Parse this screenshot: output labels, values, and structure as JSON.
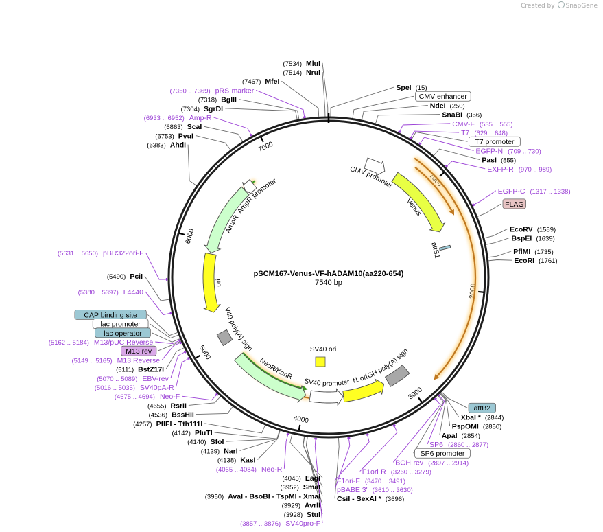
{
  "brand": {
    "created_by": "Created by",
    "name": "SnapGene"
  },
  "plasmid": {
    "name": "pSCM167-Venus-VF-hADAM10(aa220-654)",
    "size": "7540 bp",
    "length": 7540
  },
  "scale_labels": [
    "1000",
    "2000",
    "3000",
    "4000",
    "5000",
    "6000",
    "7000"
  ],
  "enzymes": [
    {
      "name": "MluI",
      "pos": "(7534)",
      "site": 7534,
      "label_side": "left"
    },
    {
      "name": "NruI",
      "pos": "(7514)",
      "site": 7514,
      "label_side": "left"
    },
    {
      "name": "MfeI",
      "pos": "(7467)",
      "site": 7467,
      "label_side": "left"
    },
    {
      "name": "BglII",
      "pos": "(7318)",
      "site": 7318,
      "label_side": "left"
    },
    {
      "name": "SgrDI",
      "pos": "(7304)",
      "site": 7304,
      "label_side": "left"
    },
    {
      "name": "ScaI",
      "pos": "(6863)",
      "site": 6863,
      "label_side": "left"
    },
    {
      "name": "PvuI",
      "pos": "(6753)",
      "site": 6753,
      "label_side": "left"
    },
    {
      "name": "AhdI",
      "pos": "(6383)",
      "site": 6383,
      "label_side": "left"
    },
    {
      "name": "PciI",
      "pos": "(5490)",
      "site": 5490,
      "label_side": "left"
    },
    {
      "name": "BstZ17I",
      "pos": "(5111)",
      "site": 5111,
      "label_side": "left"
    },
    {
      "name": "RsrII",
      "pos": "(4655)",
      "site": 4655,
      "label_side": "left"
    },
    {
      "name": "BssHII",
      "pos": "(4536)",
      "site": 4536,
      "label_side": "left"
    },
    {
      "name": "PflFI - Tth111I",
      "pos": "(4257)",
      "site": 4257,
      "label_side": "left"
    },
    {
      "name": "PluTI",
      "pos": "(4142)",
      "site": 4142,
      "label_side": "left"
    },
    {
      "name": "SfoI",
      "pos": "(4140)",
      "site": 4140,
      "label_side": "left"
    },
    {
      "name": "NarI",
      "pos": "(4139)",
      "site": 4139,
      "label_side": "left"
    },
    {
      "name": "KasI",
      "pos": "(4138)",
      "site": 4138,
      "label_side": "left"
    },
    {
      "name": "EagI",
      "pos": "(4045)",
      "site": 4045,
      "label_side": "left"
    },
    {
      "name": "SmaI",
      "pos": "(3952)",
      "site": 3952,
      "label_side": "left"
    },
    {
      "name": "AvaI - BsoBI - TspMI - XmaI",
      "pos": "(3950)",
      "site": 3950,
      "label_side": "left"
    },
    {
      "name": "AvrII",
      "pos": "(3929)",
      "site": 3929,
      "label_side": "left"
    },
    {
      "name": "StuI",
      "pos": "(3928)",
      "site": 3928,
      "label_side": "left"
    },
    {
      "name": "CsiI - SexAI *",
      "pos": "(3696)",
      "site": 3696,
      "label_side": "right"
    },
    {
      "name": "SpeI",
      "pos": "(15)",
      "site": 15,
      "label_side": "right"
    },
    {
      "name": "NdeI",
      "pos": "(250)",
      "site": 250,
      "label_side": "right"
    },
    {
      "name": "SnaBI",
      "pos": "(356)",
      "site": 356,
      "label_side": "right"
    },
    {
      "name": "PasI",
      "pos": "(855)",
      "site": 855,
      "label_side": "right"
    },
    {
      "name": "EcoRV",
      "pos": "(1589)",
      "site": 1589,
      "label_side": "right"
    },
    {
      "name": "BspEI",
      "pos": "(1639)",
      "site": 1639,
      "label_side": "right"
    },
    {
      "name": "PflMI",
      "pos": "(1735)",
      "site": 1735,
      "label_side": "right"
    },
    {
      "name": "EcoRI",
      "pos": "(1761)",
      "site": 1761,
      "label_side": "right"
    },
    {
      "name": "XbaI *",
      "pos": "(2844)",
      "site": 2844,
      "label_side": "right"
    },
    {
      "name": "PspOMI",
      "pos": "(2850)",
      "site": 2850,
      "label_side": "right"
    },
    {
      "name": "ApaI",
      "pos": "(2854)",
      "site": 2854,
      "label_side": "right"
    }
  ],
  "primers": [
    {
      "name": "pRS-marker",
      "range": "(7350 .. 7369)",
      "site": 7360,
      "label_side": "left"
    },
    {
      "name": "Amp-R",
      "range": "(6933 .. 6952)",
      "site": 6942,
      "label_side": "left"
    },
    {
      "name": "pBR322ori-F",
      "range": "(5631 .. 5650)",
      "site": 5640,
      "label_side": "left"
    },
    {
      "name": "L4440",
      "range": "(5380 .. 5397)",
      "site": 5388,
      "label_side": "left"
    },
    {
      "name": "M13/pUC Reverse",
      "range": "(5162 .. 5184)",
      "site": 5173,
      "label_side": "left"
    },
    {
      "name": "M13 Reverse",
      "range": "(5149 .. 5165)",
      "site": 5157,
      "label_side": "left"
    },
    {
      "name": "EBV-rev",
      "range": "(5070 .. 5089)",
      "site": 5080,
      "label_side": "left"
    },
    {
      "name": "SV40pA-R",
      "range": "(5016 .. 5035)",
      "site": 5025,
      "label_side": "left"
    },
    {
      "name": "Neo-F",
      "range": "(4675 .. 4694)",
      "site": 4684,
      "label_side": "left"
    },
    {
      "name": "Neo-R",
      "range": "(4065 .. 4084)",
      "site": 4074,
      "label_side": "left"
    },
    {
      "name": "SV40pro-F",
      "range": "(3857 .. 3876)",
      "site": 3866,
      "label_side": "left"
    },
    {
      "name": "CMV-F",
      "range": "(535 .. 555)",
      "site": 545,
      "label_side": "right"
    },
    {
      "name": "T7",
      "range": "(629 .. 648)",
      "site": 638,
      "label_side": "right"
    },
    {
      "name": "EGFP-N",
      "range": "(709 .. 730)",
      "site": 720,
      "label_side": "right"
    },
    {
      "name": "EXFP-R",
      "range": "(970 .. 989)",
      "site": 980,
      "label_side": "right"
    },
    {
      "name": "EGFP-C",
      "range": "(1317 .. 1338)",
      "site": 1328,
      "label_side": "right"
    },
    {
      "name": "SP6",
      "range": "(2860 .. 2877)",
      "site": 2868,
      "label_side": "right"
    },
    {
      "name": "BGH-rev",
      "range": "(2897 .. 2914)",
      "site": 2905,
      "label_side": "right"
    },
    {
      "name": "F1ori-R",
      "range": "(3260 .. 3279)",
      "site": 3270,
      "label_side": "right"
    },
    {
      "name": "F1ori-F",
      "range": "(3470 .. 3491)",
      "site": 3480,
      "label_side": "right"
    },
    {
      "name": "pBABE 3'",
      "range": "(3610 .. 3630)",
      "site": 3620,
      "label_side": "right"
    }
  ],
  "boxed_features": [
    {
      "name": "CMV enhancer",
      "site": 180,
      "color": "#ffffff"
    },
    {
      "name": "T7 promoter",
      "site": 650,
      "color": "#ffffff"
    },
    {
      "name": "FLAG",
      "site": 1420,
      "color": "#e8c4c4"
    },
    {
      "name": "attB2",
      "site": 2835,
      "color": "#9cc8d4"
    },
    {
      "name": "SP6 promoter",
      "site": 2875,
      "color": "#ffffff"
    },
    {
      "name": "CAP binding site",
      "site": 5235,
      "color": "#9cc8d4"
    },
    {
      "name": "lac promoter",
      "site": 5215,
      "color": "#ffffff"
    },
    {
      "name": "lac operator",
      "site": 5185,
      "color": "#9cc8d4"
    },
    {
      "name": "M13 rev",
      "site": 5165,
      "color": "#d9a8e8"
    }
  ],
  "features": [
    {
      "name": "CMV promoter",
      "start": 380,
      "end": 584,
      "track": 1,
      "color": "#ffffff",
      "direction": "cw",
      "label": "CMV promoter"
    },
    {
      "name": "Venus",
      "start": 700,
      "end": 1420,
      "track": 1,
      "color": "#e8ff44",
      "direction": "cw",
      "label": "Venus"
    },
    {
      "name": "AmpR promoter",
      "start": 6620,
      "end": 6725,
      "track": 1,
      "color": "#ffffff",
      "direction": "ccw",
      "label": "AmpR promoter"
    },
    {
      "name": "AmpR",
      "start": 5900,
      "end": 6620,
      "track": 1,
      "color": "#ccffcc",
      "direction": "ccw",
      "label": "AmpR"
    },
    {
      "name": "ori",
      "start": 5300,
      "end": 5890,
      "track": 1,
      "color": "#ffff22",
      "direction": "ccw",
      "label": "ori"
    },
    {
      "name": "bGH poly(A) signal",
      "start": 2930,
      "end": 3150,
      "track": 1,
      "color": "#a8a8a8",
      "direction": "none",
      "label": "bGH poly(A) signal"
    },
    {
      "name": "f1 ori",
      "start": 3196,
      "end": 3620,
      "track": 1,
      "color": "#ffff22",
      "direction": "ccw",
      "label": "f1 ori"
    },
    {
      "name": "SV40 promoter",
      "start": 3625,
      "end": 3955,
      "track": 1,
      "color": "#ffffff",
      "direction": "ccw",
      "label": "SV40 promoter"
    },
    {
      "name": "NeoR/KanR",
      "start": 4000,
      "end": 4790,
      "track": 1,
      "color": "#ccffcc",
      "direction": "ccw",
      "label": "NeoR/KanR"
    },
    {
      "name": "SV40 poly(A) signal",
      "start": 4965,
      "end": 5085,
      "track": 1,
      "color": "#a8a8a8",
      "direction": "none",
      "label": "SV40 poly(A) signal"
    },
    {
      "name": "attB1",
      "start": 1575,
      "end": 1600,
      "track": 1,
      "color": "#9cc8d4",
      "direction": "none",
      "label": "attB1"
    },
    {
      "name": "SV40 ori",
      "site": 3800,
      "color": "#ffff22",
      "label": "SV40 ori"
    }
  ],
  "orfs": [
    {
      "name": "orf-venus-fusion",
      "start": 750,
      "end": 2780,
      "direction": "cw",
      "color": "#c07820"
    },
    {
      "name": "orf-ampr",
      "start": 5955,
      "end": 6760,
      "direction": "ccw",
      "color": "#3c9a22"
    },
    {
      "name": "orf-neor",
      "start": 4035,
      "end": 4790,
      "direction": "ccw",
      "color": "#3c9a22"
    },
    {
      "name": "orf-1",
      "start": 3965,
      "end": 4650,
      "direction": "cw",
      "color": "#c07820"
    },
    {
      "name": "orf-2",
      "start": 800,
      "end": 1300,
      "direction": "cw",
      "color": "#c07820"
    }
  ],
  "colors": {
    "primer": "#9a3fd6",
    "enzyme_text": "#000000",
    "line": "#555555",
    "backbone": "#222222"
  }
}
